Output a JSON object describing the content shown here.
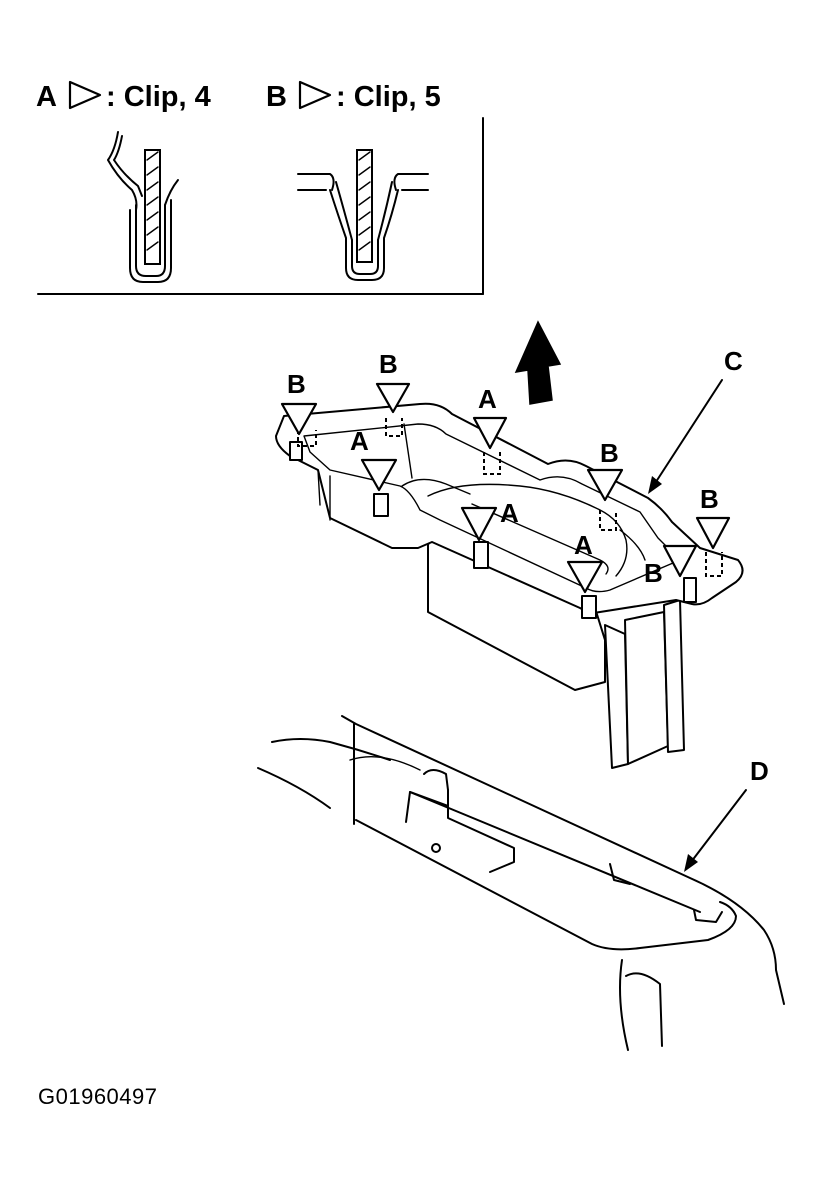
{
  "legend": {
    "clip_a": {
      "letter": "A",
      "text": ": Clip, 4"
    },
    "clip_b": {
      "letter": "B",
      "text": ": Clip, 5"
    }
  },
  "callouts": {
    "c": "C",
    "d": "D",
    "clip_a_marker": "A",
    "clip_b_marker": "B"
  },
  "figure_id": "G01960497"
}
